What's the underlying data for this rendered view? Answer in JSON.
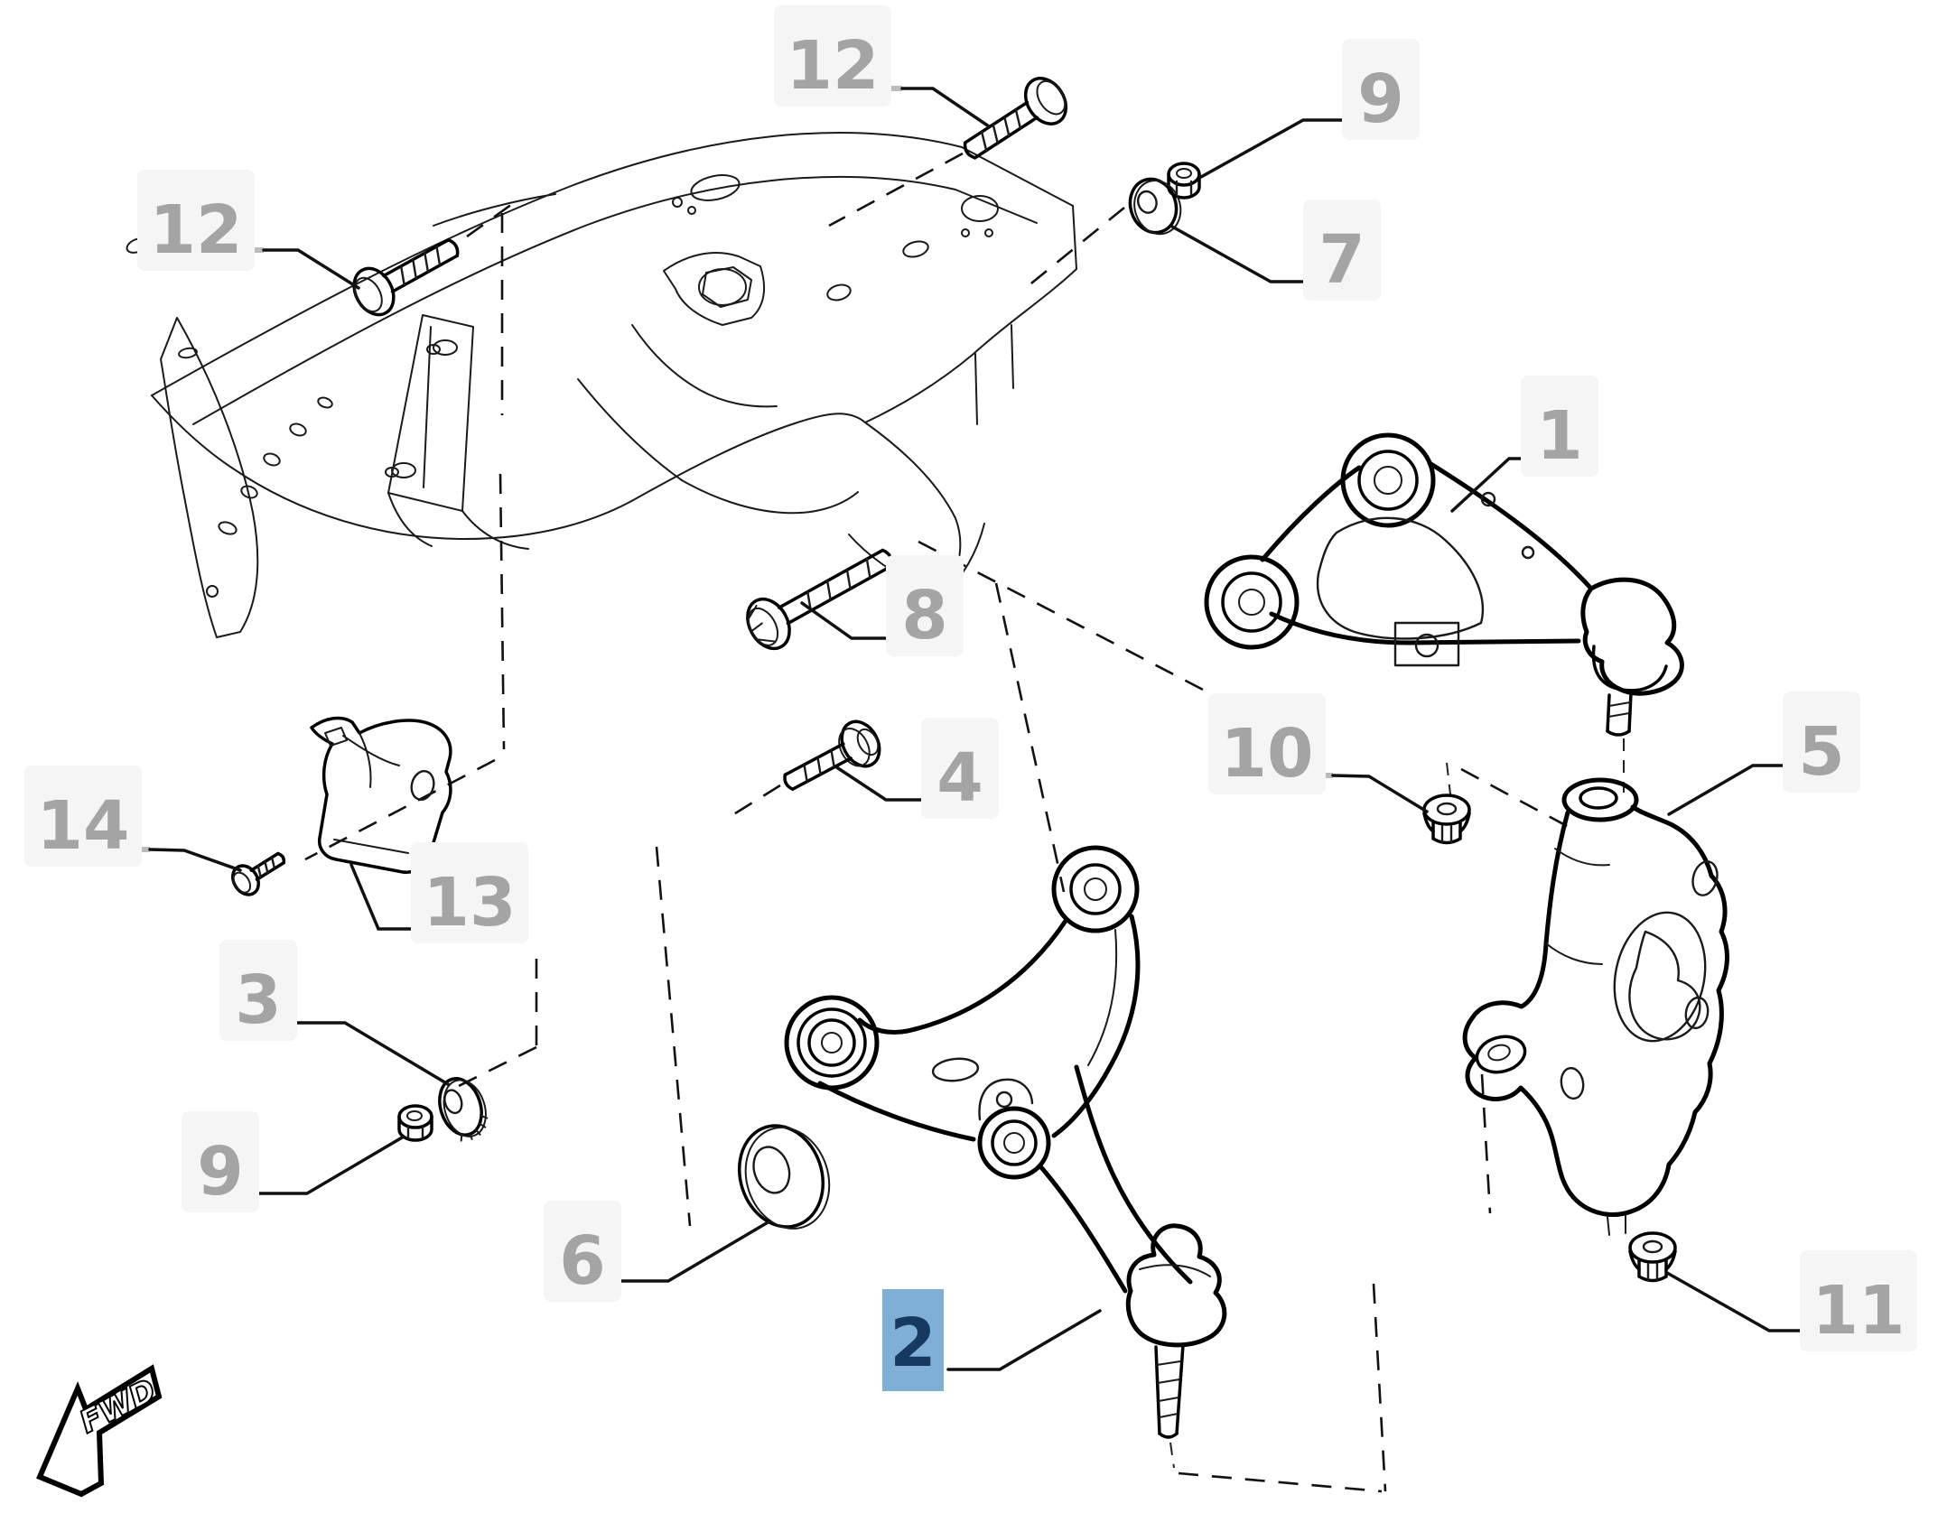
{
  "diagram": {
    "kind": "exploded-parts-diagram",
    "background": "#ffffff",
    "colors": {
      "callout_text": "#a4a4a4",
      "line": "#000000",
      "highlight_bg": "#7fafd4",
      "highlight_text": "#16395f",
      "leader_gray": "#bbbbbb"
    },
    "fwd": {
      "label": "FWD"
    },
    "callouts": [
      {
        "label": "12",
        "highlighted": false
      },
      {
        "label": "12",
        "highlighted": false
      },
      {
        "label": "9",
        "highlighted": false
      },
      {
        "label": "7",
        "highlighted": false
      },
      {
        "label": "1",
        "highlighted": false
      },
      {
        "label": "8",
        "highlighted": false
      },
      {
        "label": "4",
        "highlighted": false
      },
      {
        "label": "10",
        "highlighted": false
      },
      {
        "label": "5",
        "highlighted": false
      },
      {
        "label": "14",
        "highlighted": false
      },
      {
        "label": "13",
        "highlighted": false
      },
      {
        "label": "3",
        "highlighted": false
      },
      {
        "label": "9",
        "highlighted": false
      },
      {
        "label": "6",
        "highlighted": false
      },
      {
        "label": "2",
        "highlighted": true
      },
      {
        "label": "11",
        "highlighted": false
      }
    ]
  }
}
